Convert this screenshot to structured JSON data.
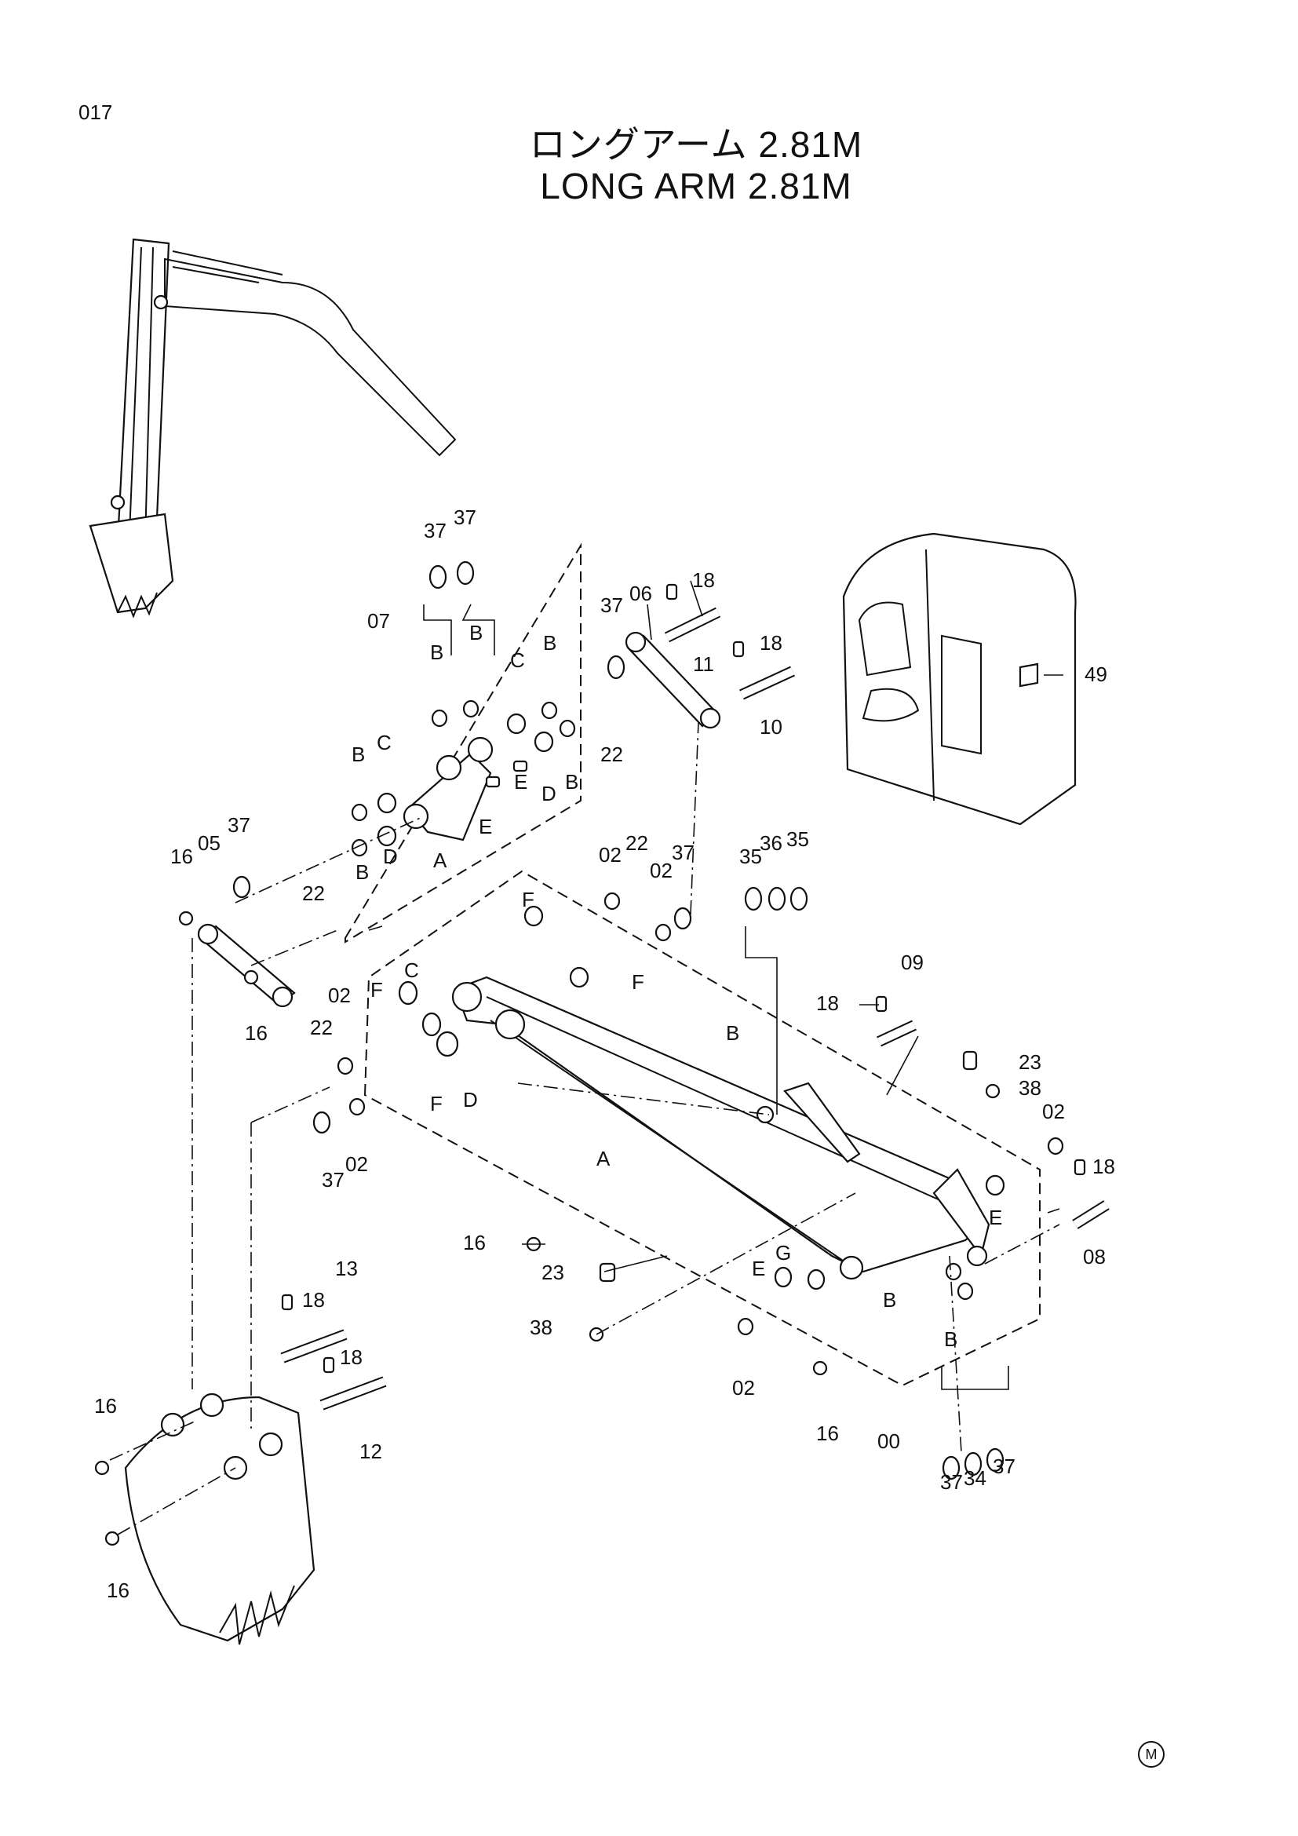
{
  "page_number": "017",
  "title_jp": "ロングアーム 2.81M",
  "title_en": "LONG  ARM  2.81M",
  "mark": "M",
  "callouts": {
    "c37a": "37",
    "c37b": "37",
    "c07": "07",
    "cB1": "B",
    "cB2": "B",
    "cC1": "C",
    "cB3": "B",
    "cB4": "B",
    "cC2": "C",
    "cB5": "B",
    "cD1": "D",
    "cE1": "E",
    "cE2": "E",
    "cA1": "A",
    "cD2": "D",
    "cB6": "B",
    "c37c": "37",
    "c06": "06",
    "c18a": "18",
    "c11": "11",
    "c18b": "18",
    "c10": "10",
    "c22a": "22",
    "c49": "49",
    "c16a": "16",
    "c05": "05",
    "c37d": "37",
    "c22b": "22",
    "c16b": "16",
    "c02a": "02",
    "c22c": "22",
    "c02b": "02",
    "c37e": "37",
    "cF1": "F",
    "cF2": "F",
    "c35a": "35",
    "c36": "36",
    "c35b": "35",
    "c09": "09",
    "c18c": "18",
    "cC3": "C",
    "cF3": "F",
    "c02c": "02",
    "c22d": "22",
    "cF4": "F",
    "cD3": "D",
    "c37f": "37",
    "c02d": "02",
    "cB7": "B",
    "c23a": "23",
    "c38a": "38",
    "c02e": "02",
    "c18d": "18",
    "cE3": "E",
    "c08": "08",
    "cA2": "A",
    "c16c": "16",
    "c23b": "23",
    "cE4": "E",
    "cG": "G",
    "c38b": "38",
    "cB8": "B",
    "cB9": "B",
    "c02f": "02",
    "c16d": "16",
    "c00": "00",
    "c13": "13",
    "c18e": "18",
    "c18f": "18",
    "c12": "12",
    "c16e": "16",
    "c16f": "16",
    "c37g": "37",
    "c34": "34",
    "c37h": "37"
  }
}
